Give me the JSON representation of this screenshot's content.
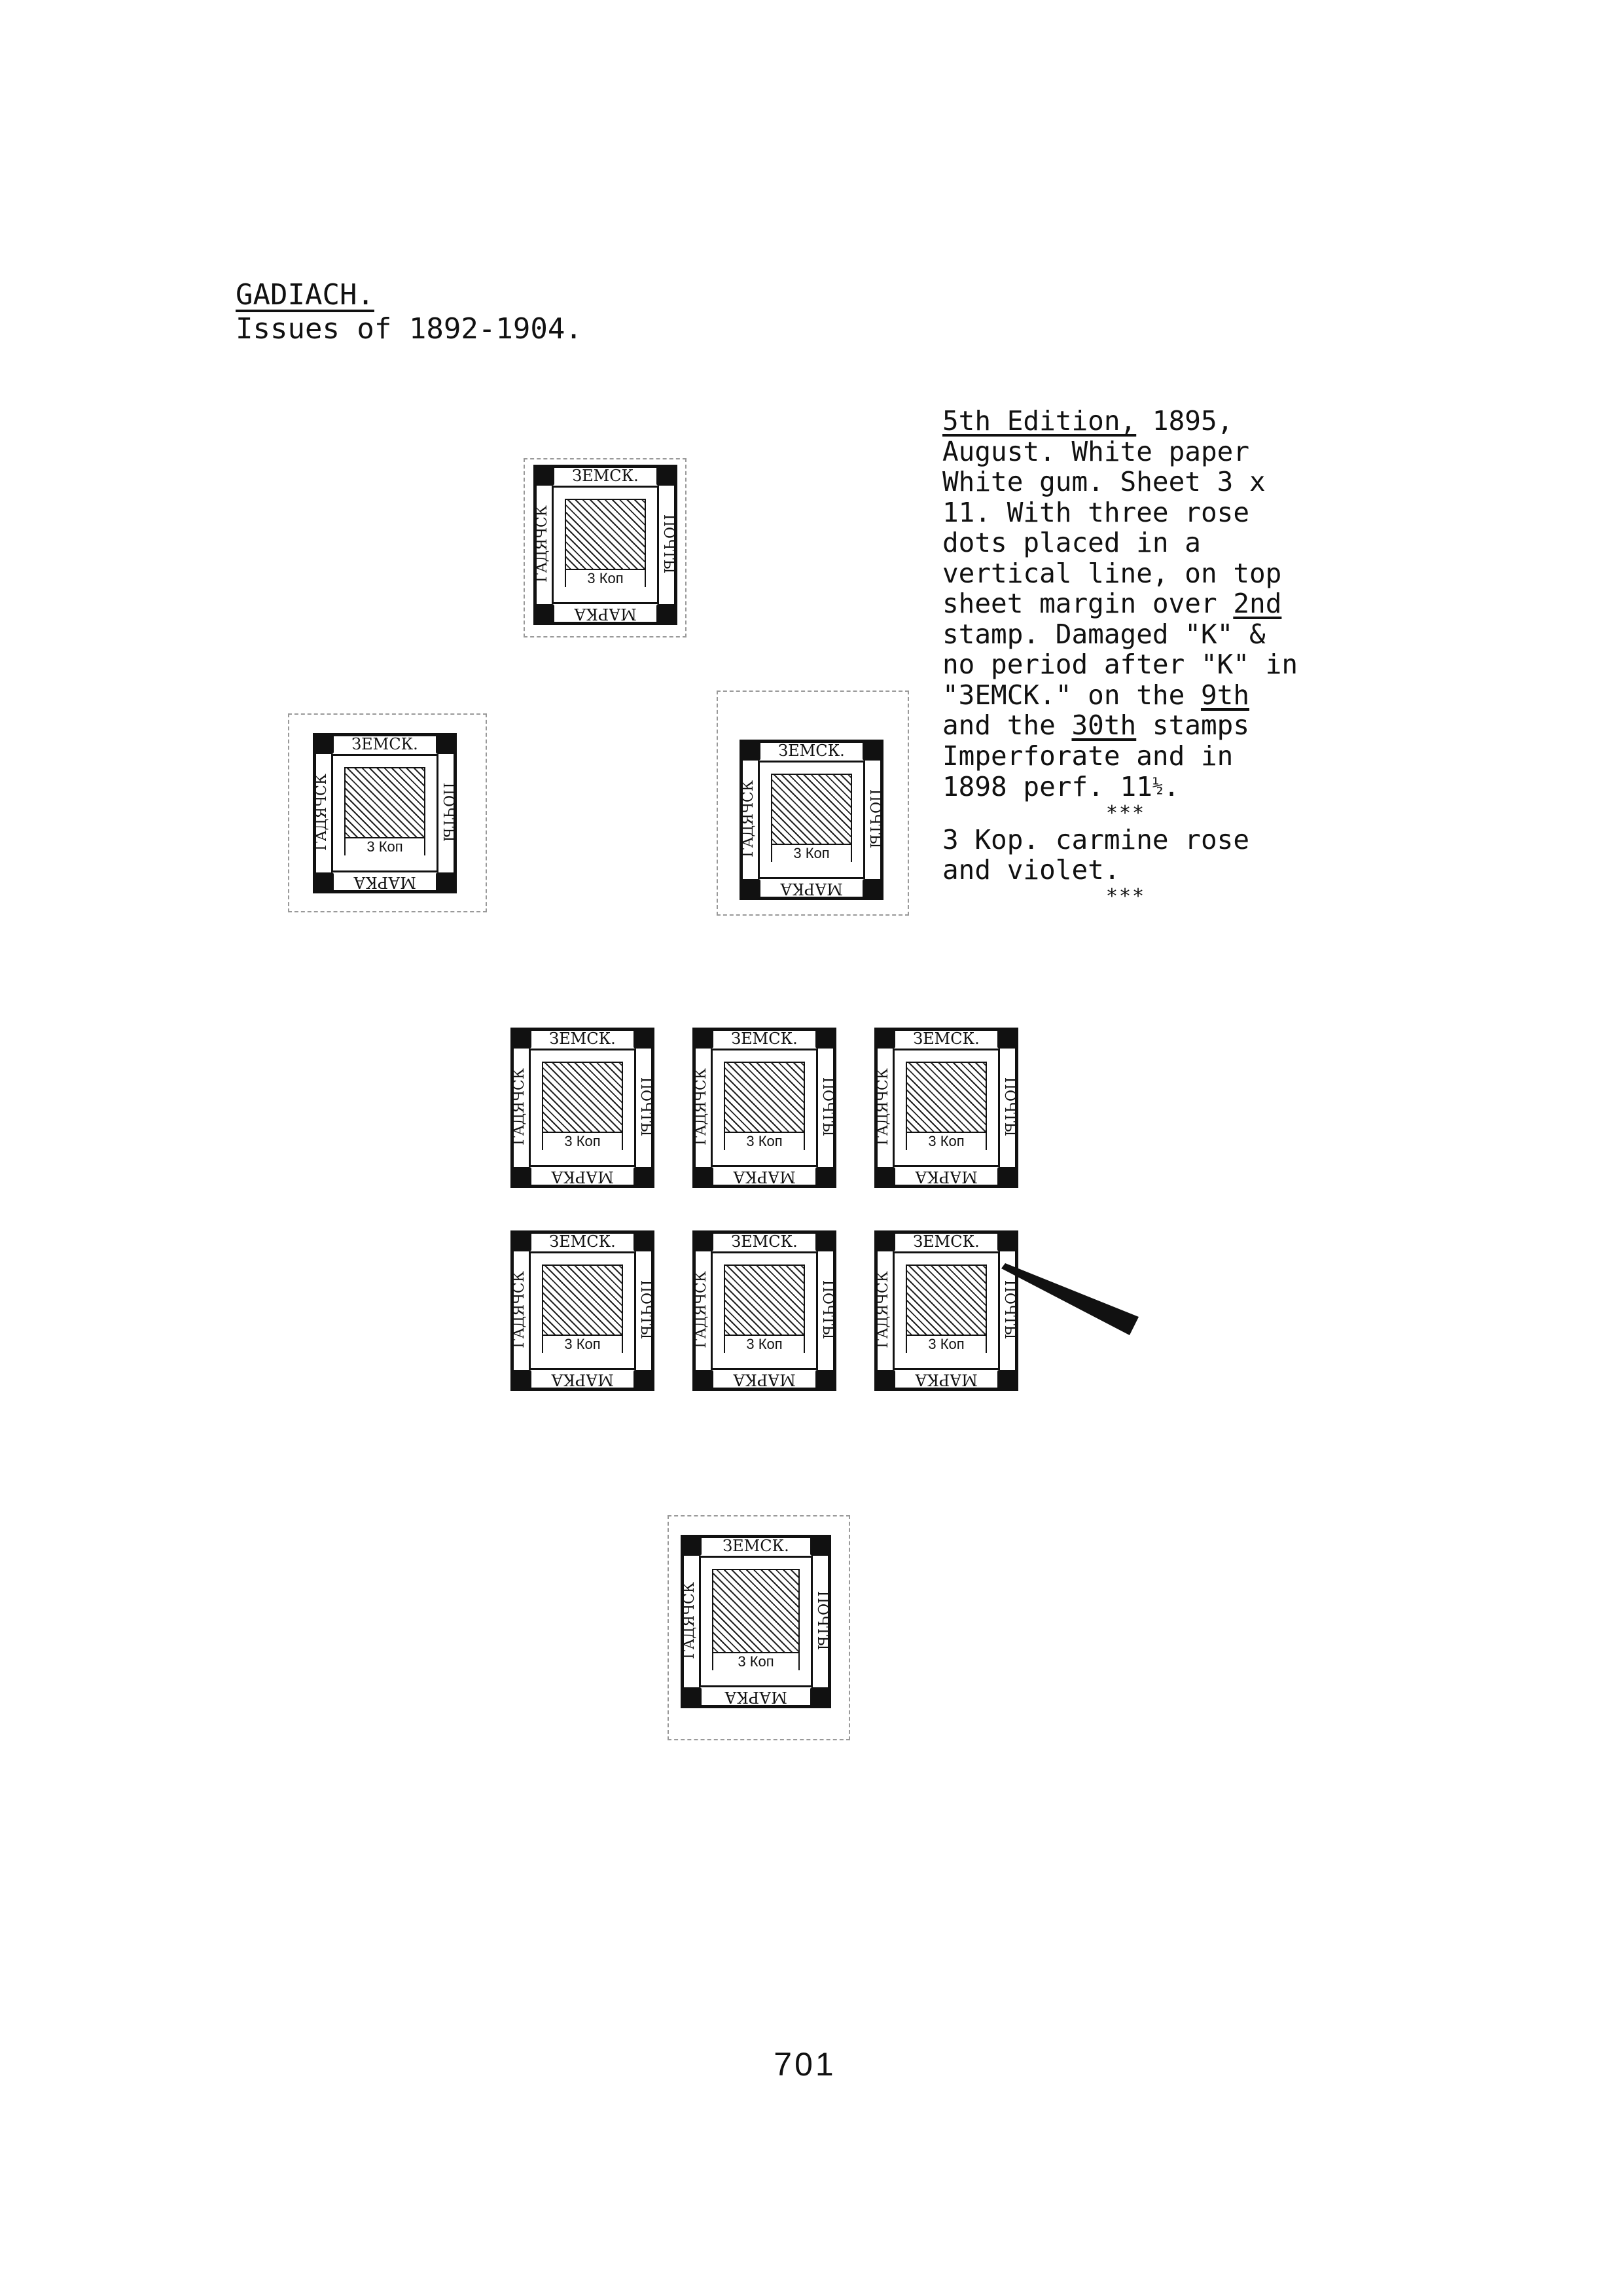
{
  "header": {
    "title": "GADIACH.",
    "subtitle": "Issues of 1892-1904."
  },
  "description": {
    "edition": "5th Edition,",
    "text_1": " 1895, August. White paper White gum. Sheet 3 x 11. With three rose dots placed in a vertical line, on top sheet margin over ",
    "ord_2": "2nd",
    "text_2": " stamp. Damaged \"K\" & no period after \"K\" in \"ЗЕМСК.\" on the ",
    "ord_9": "9th",
    "text_3": " and the ",
    "ord_30": "30th",
    "text_4": " stamps Imperforate and in 1898 perf. 11",
    "fraction": "½",
    "period": ".",
    "stars_1": "***",
    "kop_line": "3 Kop. carmine rose and violet.",
    "stars_2": "***"
  },
  "stamp_text": {
    "top": "ЗЕМСК.",
    "bottom": "МАРКА",
    "left": "ГАДЯЧСК",
    "right": "ПОЧТЫ",
    "value": "3 Коп"
  },
  "page_number": "701"
}
